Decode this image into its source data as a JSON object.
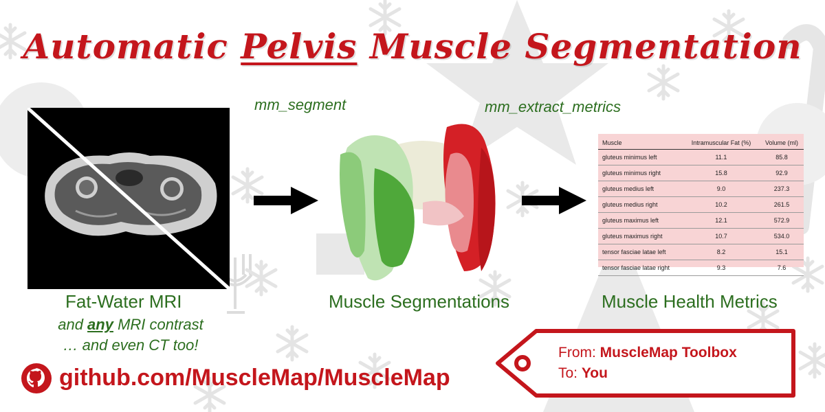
{
  "title": {
    "before": "Automatic ",
    "emphasis": "Pelvis",
    "after": " Muscle Segmentation"
  },
  "commands": {
    "segment": "mm_segment",
    "extract_metrics": "mm_extract_metrics"
  },
  "captions": {
    "input": "Fat-Water MRI",
    "input_sub_prefix": "and ",
    "input_sub_emphasis": "any",
    "input_sub_suffix": " MRI contrast",
    "input_sub2": "… and even CT too!",
    "segmentation": "Muscle Segmentations",
    "metrics": "Muscle Health Metrics"
  },
  "metrics_table": {
    "headers": [
      "Muscle",
      "Intramuscular Fat (%)",
      "Volume (ml)"
    ],
    "rows": [
      [
        "gluteus minimus left",
        "11.1",
        "85.8"
      ],
      [
        "gluteus minimus right",
        "15.8",
        "92.9"
      ],
      [
        "gluteus medius left",
        "9.0",
        "237.3"
      ],
      [
        "gluteus medius right",
        "10.2",
        "261.5"
      ],
      [
        "gluteus maximus left",
        "12.1",
        "572.9"
      ],
      [
        "gluteus maximus right",
        "10.7",
        "534.0"
      ],
      [
        "tensor fasciae latae left",
        "8.2",
        "15.1"
      ],
      [
        "tensor fasciae latae right",
        "9.3",
        "7.6"
      ]
    ]
  },
  "footer": {
    "github_link": "github.com/MuscleMap/MuscleMap",
    "github_icon": "github-icon"
  },
  "gift_tag": {
    "from_label": "From: ",
    "from_value": "MuscleMap Toolbox",
    "to_label": "To: ",
    "to_value": "You"
  },
  "colors": {
    "title_red": "#c4161c",
    "caption_green": "#2c6e1f",
    "table_bg": "#f8d4d5",
    "decoration_gray": "#e4e4e4",
    "seg_green": "#4fa83a",
    "seg_red": "#d42026"
  },
  "icons": [
    "snowflake-icon",
    "star-icon",
    "christmas-tree-icon",
    "menorah-icon",
    "dreidel-icon",
    "candy-cane-icon",
    "ornament-icon",
    "github-icon",
    "gift-tag-icon",
    "arrow-right-icon"
  ]
}
